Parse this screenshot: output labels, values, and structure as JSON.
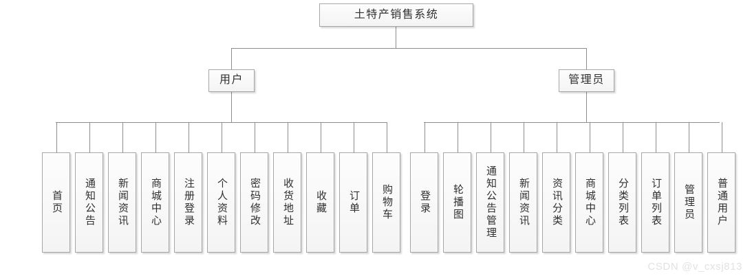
{
  "diagram": {
    "type": "organization-tree",
    "root": {
      "label": "土特产销售系统"
    },
    "branches": [
      {
        "id": "user",
        "label": "用户",
        "leaves": [
          {
            "label": "首页"
          },
          {
            "label": "通知公告"
          },
          {
            "label": "新闻资讯"
          },
          {
            "label": "商城中心"
          },
          {
            "label": "注册登录"
          },
          {
            "label": "个人资料"
          },
          {
            "label": "密码修改"
          },
          {
            "label": "收货地址"
          },
          {
            "label": "收藏"
          },
          {
            "label": "订单"
          },
          {
            "label": "购物车"
          }
        ]
      },
      {
        "id": "admin",
        "label": "管理员",
        "leaves": [
          {
            "label": "登录"
          },
          {
            "label": "轮播图"
          },
          {
            "label": "通知公告管理"
          },
          {
            "label": "新闻资讯"
          },
          {
            "label": "资讯分类"
          },
          {
            "label": "商城中心"
          },
          {
            "label": "分类列表"
          },
          {
            "label": "订单列表"
          },
          {
            "label": "管理员"
          },
          {
            "label": "普通用户"
          }
        ]
      }
    ]
  },
  "watermark": {
    "text": "CSDN @v_cxsj813"
  },
  "colors": {
    "box_border": "#a6a6a6",
    "box_fill": "#f7f7f7",
    "line": "#8c8c8c",
    "text": "#2f2f2f",
    "watermark": "#e2e2e2"
  }
}
